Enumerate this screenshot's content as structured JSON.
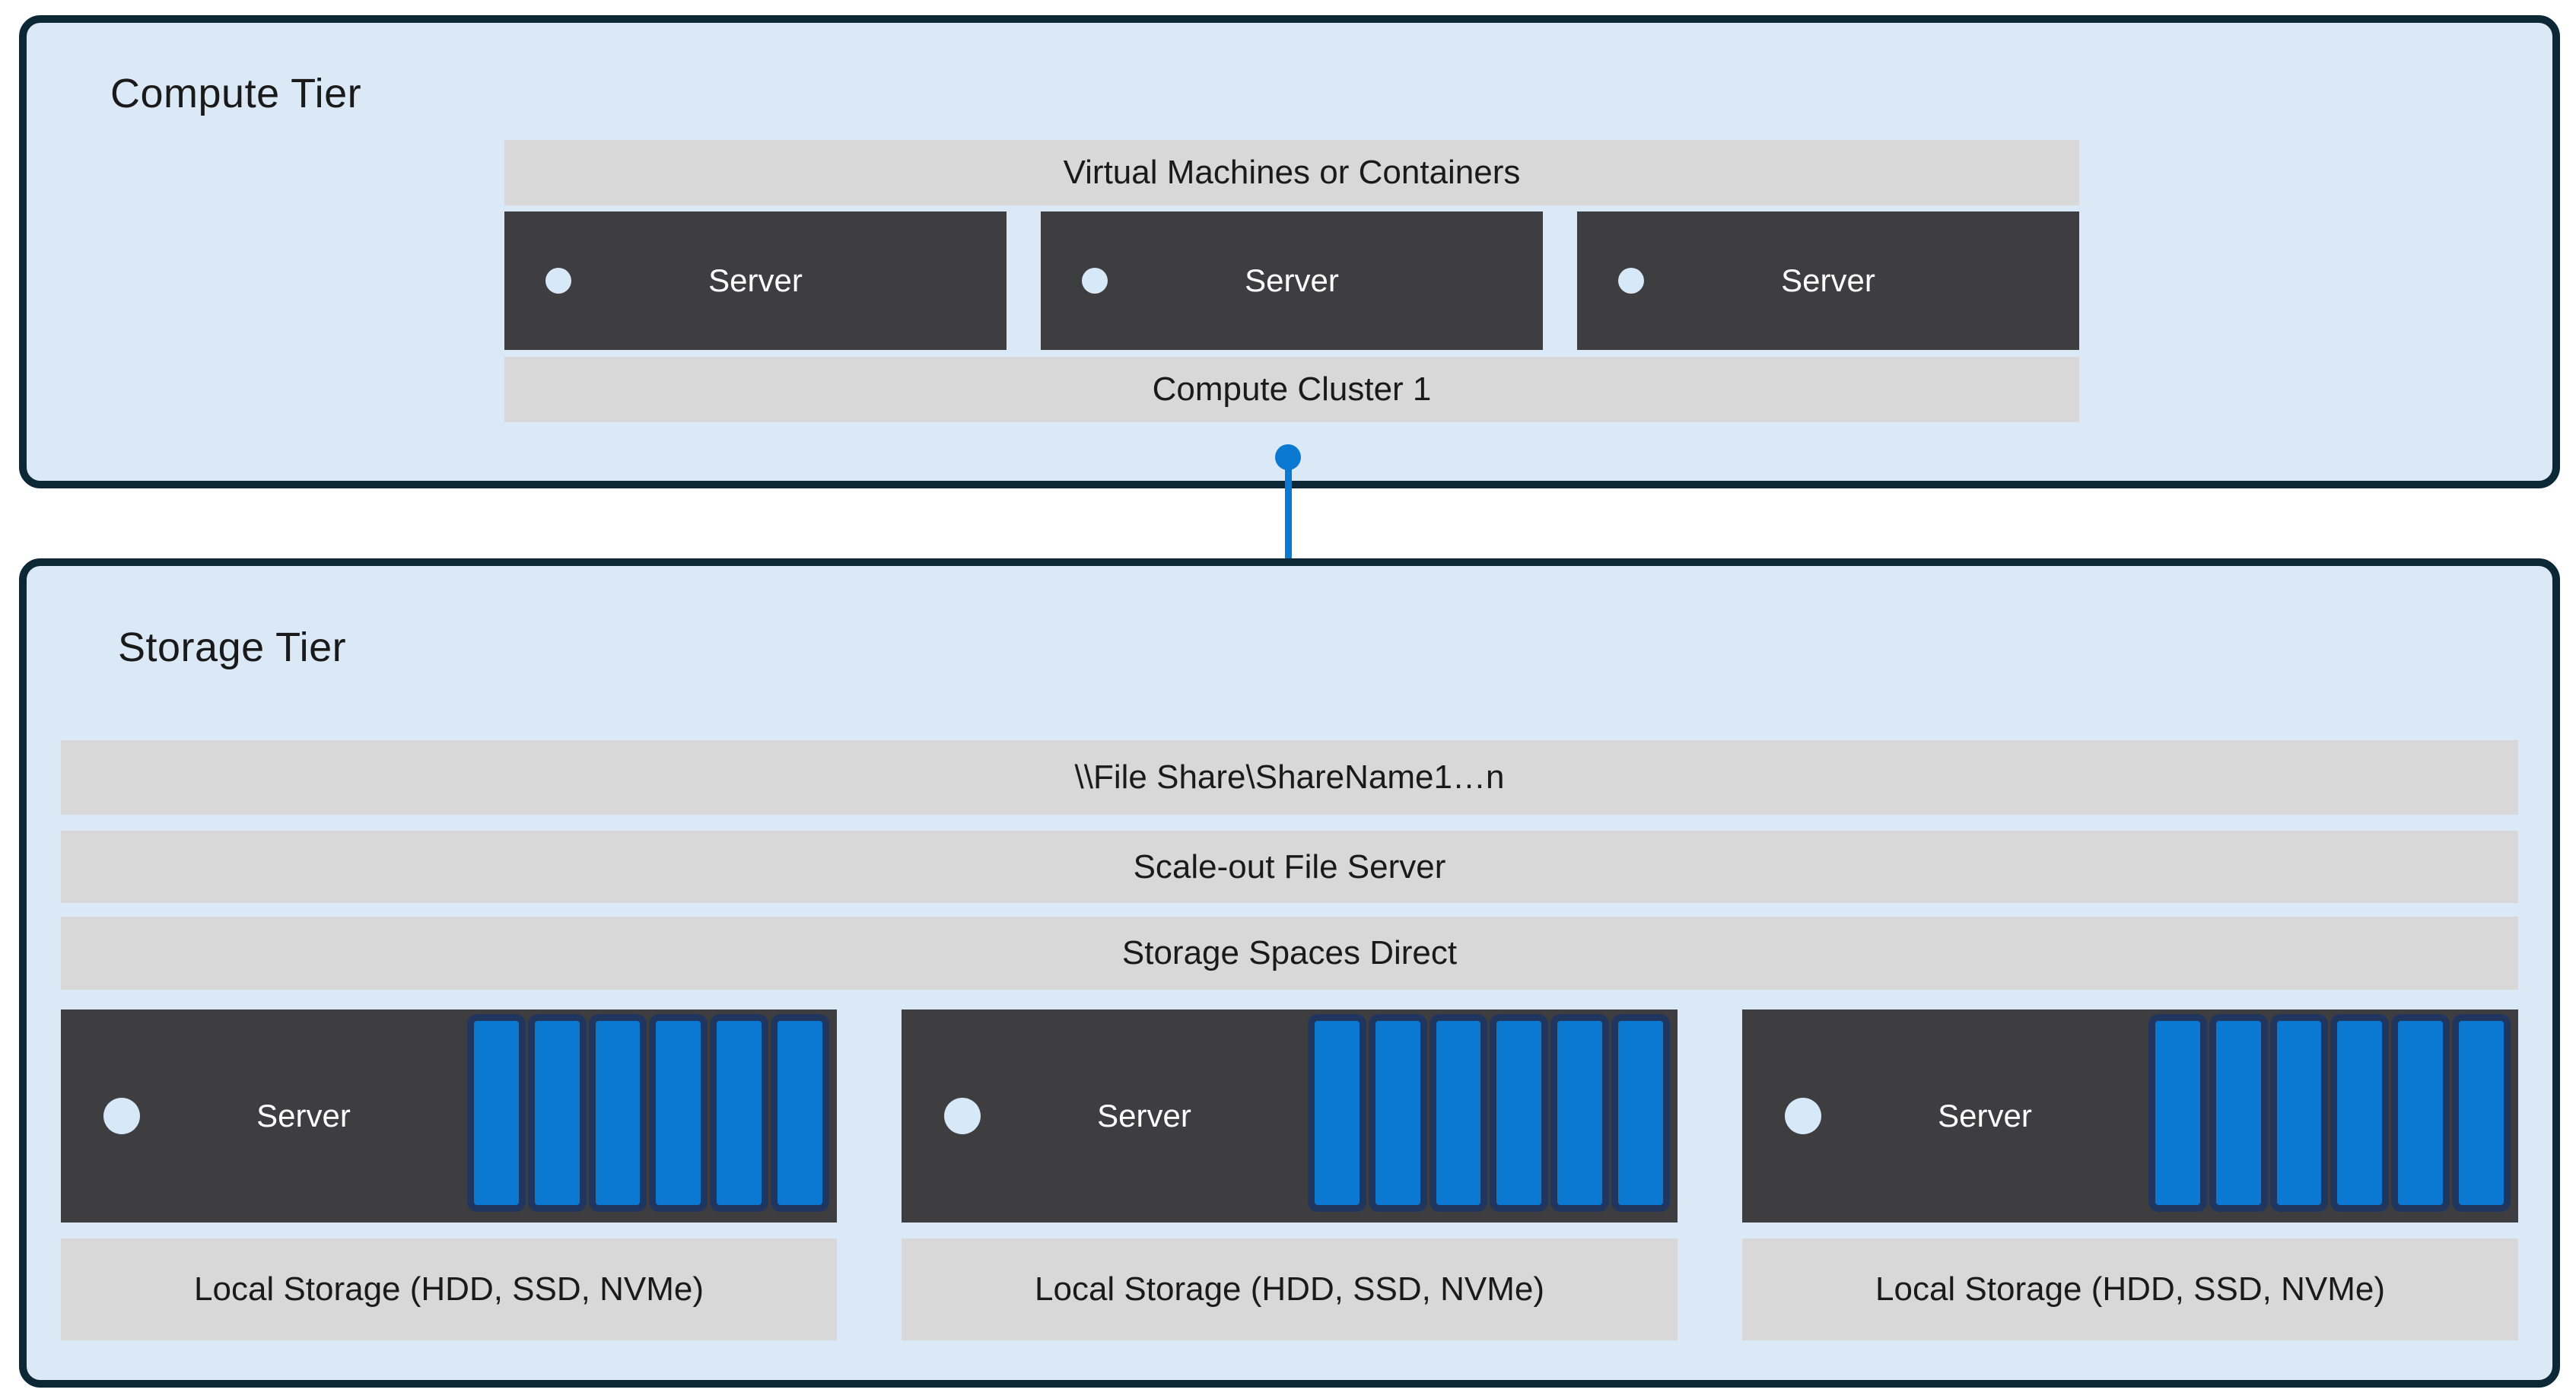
{
  "compute_tier": {
    "title": "Compute Tier",
    "vm_bar_label": "Virtual Machines or Containers",
    "servers": [
      {
        "label": "Server"
      },
      {
        "label": "Server"
      },
      {
        "label": "Server"
      }
    ],
    "cluster_bar_label": "Compute Cluster 1"
  },
  "connector": {
    "style": "vertical-line-with-endpoint-dots",
    "color": "#0b78d2"
  },
  "storage_tier": {
    "title": "Storage Tier",
    "file_share_bar_label": "\\\\File Share\\ShareName1…n",
    "scale_out_bar_label": "Scale-out File Server",
    "s2d_bar_label": "Storage Spaces Direct",
    "server_groups": [
      {
        "server_label": "Server",
        "disk_count": 6,
        "local_storage_label": "Local Storage (HDD, SSD, NVMe)"
      },
      {
        "server_label": "Server",
        "disk_count": 6,
        "local_storage_label": "Local Storage (HDD, SSD, NVMe)"
      },
      {
        "server_label": "Server",
        "disk_count": 6,
        "local_storage_label": "Local Storage (HDD, SSD, NVMe)"
      }
    ]
  },
  "icons": {
    "folder": "folder-icon",
    "server_indicator": "server-indicator-icon",
    "disk": "disk-icon"
  },
  "colors": {
    "page_bg": "#ffffff",
    "tier_fill": "#dbe8f6",
    "tier_border": "#0c2836",
    "bar_fill": "#d8d8d8",
    "server_fill": "#3e3e40",
    "accent_blue": "#0b78d2",
    "disk_border": "#21365f",
    "circle_fill": "#d7e8f8",
    "text_dark": "#1a1a1a",
    "text_light": "#ffffff"
  }
}
